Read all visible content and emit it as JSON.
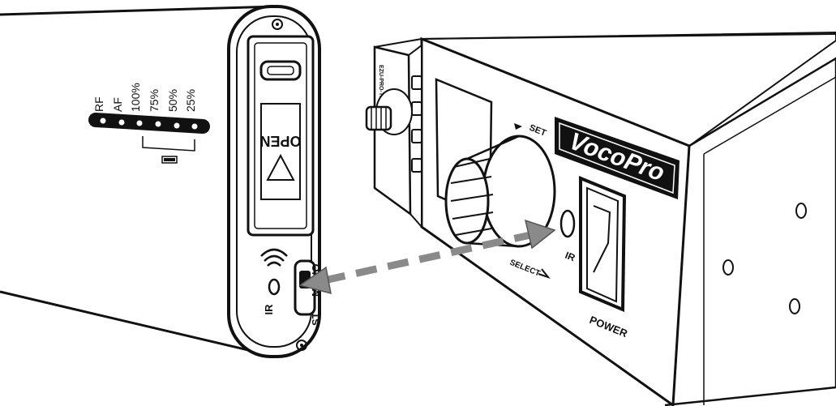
{
  "bodypack": {
    "meter_labels": [
      "RF",
      "AF",
      "100%",
      "75%",
      "50%",
      "25%"
    ],
    "ir_label": "IR",
    "door_label": "OPEN",
    "switch_label_st": "ST",
    "switch_label_mono": "MONO"
  },
  "rack_unit": {
    "model_label": "EZU-PRO-TX",
    "brand": "VocoPro",
    "set_label": "SET",
    "select_label": "SELECT",
    "ir_label": "IR",
    "power_label": "POWER"
  },
  "colors": {
    "line": "#111111",
    "ir_beam": "#8a8a8a",
    "brand_bg": "#111111",
    "brand_text": "#ffffff"
  }
}
